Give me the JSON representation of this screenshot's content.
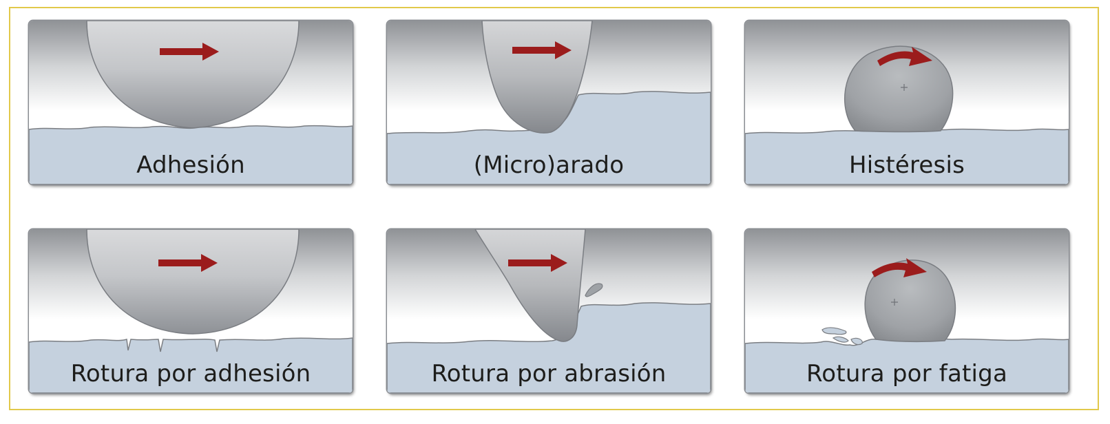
{
  "panels": [
    {
      "id": "adhesion",
      "label": "Adhesión"
    },
    {
      "id": "micro-arado",
      "label": "(Micro)arado"
    },
    {
      "id": "histeresis",
      "label": "Histéresis"
    },
    {
      "id": "rotura-adhesion",
      "label": "Rotura por adhesión"
    },
    {
      "id": "rotura-abrasion",
      "label": "Rotura por abrasión"
    },
    {
      "id": "rotura-fatiga",
      "label": "Rotura por fatiga"
    }
  ],
  "colors": {
    "frame": "#e2c94a",
    "surface": "#c5d1de",
    "arrow": "#9b1c1c",
    "indenter": "#9ea2a6"
  },
  "icons": {
    "arrow": "arrow-right-icon",
    "rotation": "curved-arrow-icon"
  }
}
